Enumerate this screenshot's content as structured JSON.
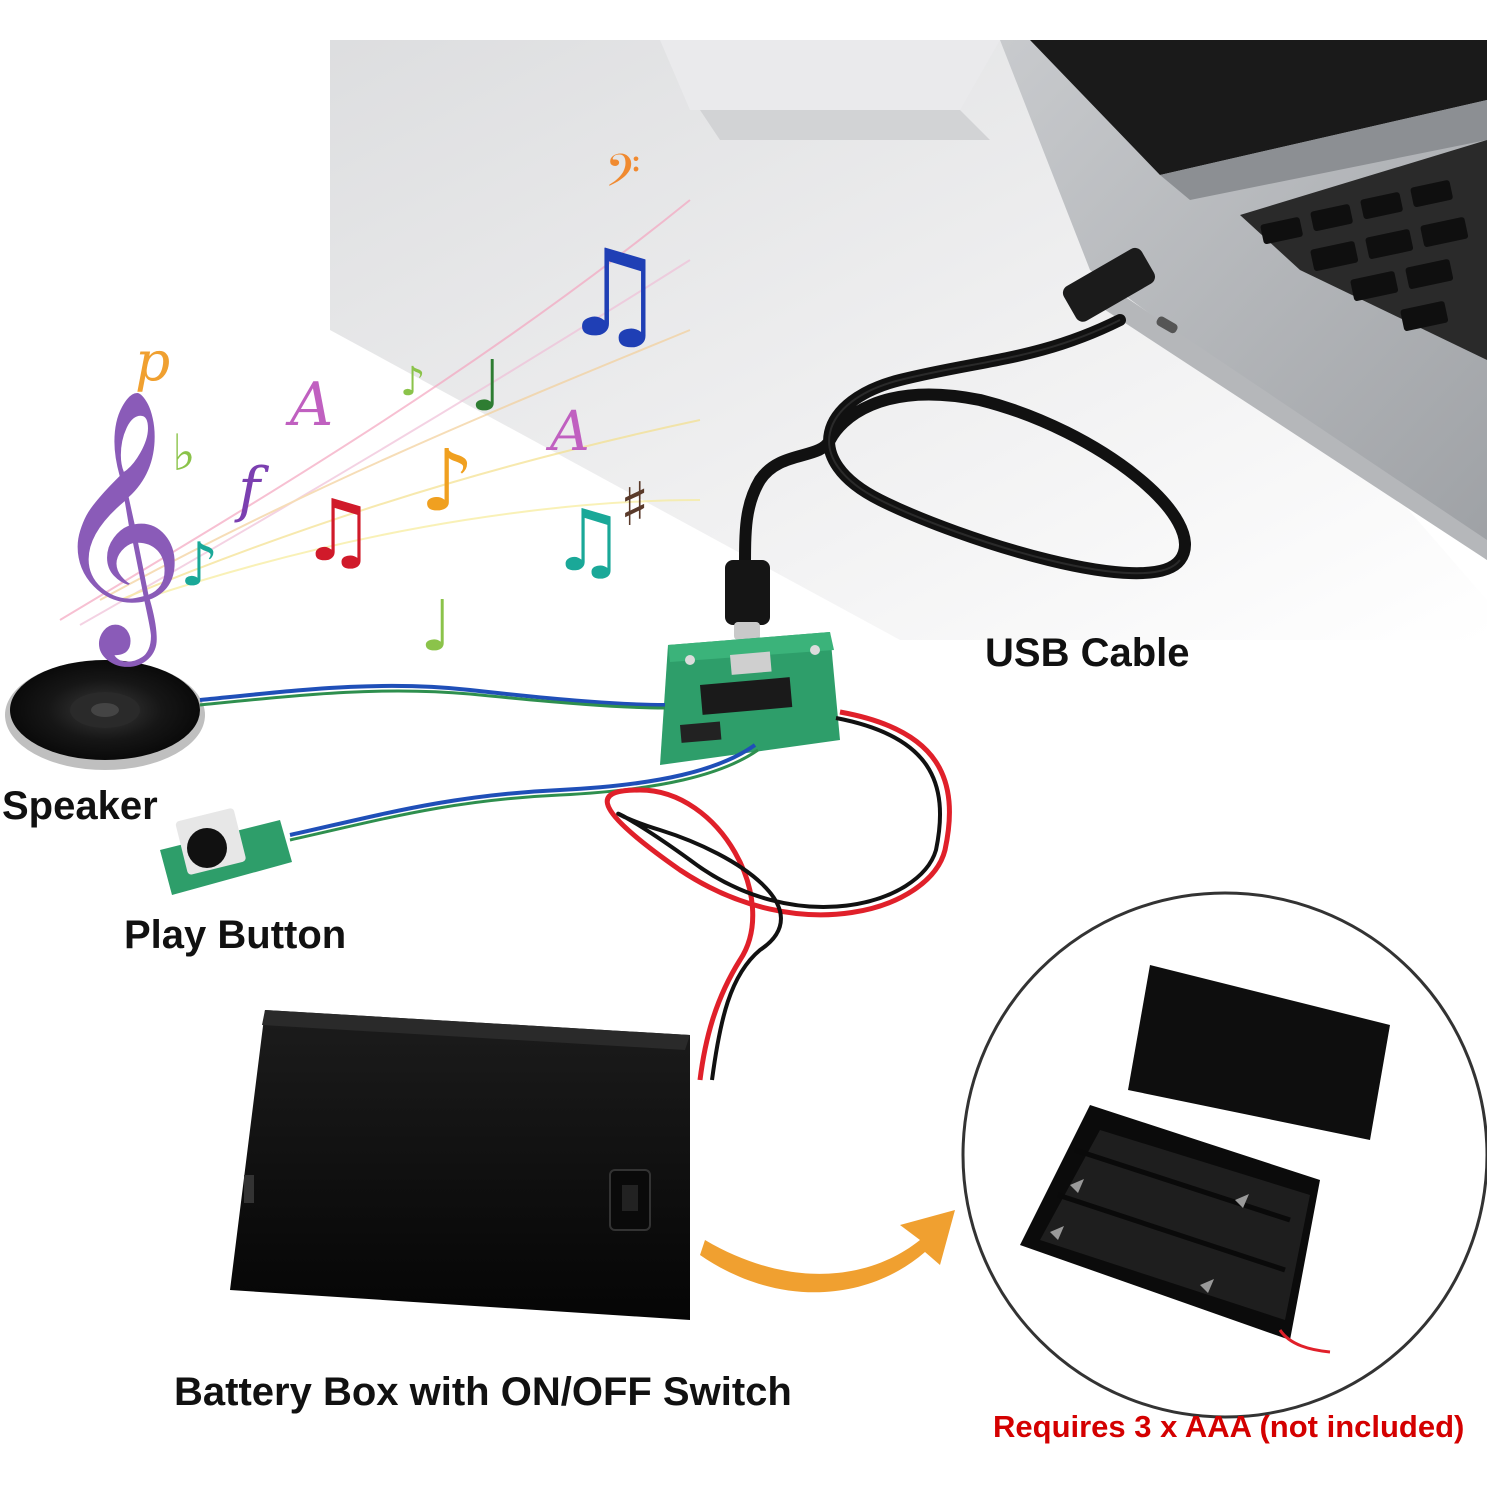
{
  "labels": {
    "usb_cable": "USB Cable",
    "speaker": "Speaker",
    "play_button": "Play Button",
    "battery_box": "Battery Box with ON/OFF Switch",
    "requirement": "Requires 3 x AAA (not included)"
  },
  "colors": {
    "label_text": "#111111",
    "requirement_text": "#d40000",
    "arrow": "#f0a030",
    "pcb": "#2e9e6a",
    "wire_red": "#e0202a",
    "wire_blue": "#1f4fb8",
    "cable": "#111111"
  },
  "icons": [
    "treble-clef-icon",
    "music-note-icon",
    "sharp-icon",
    "flat-icon"
  ]
}
